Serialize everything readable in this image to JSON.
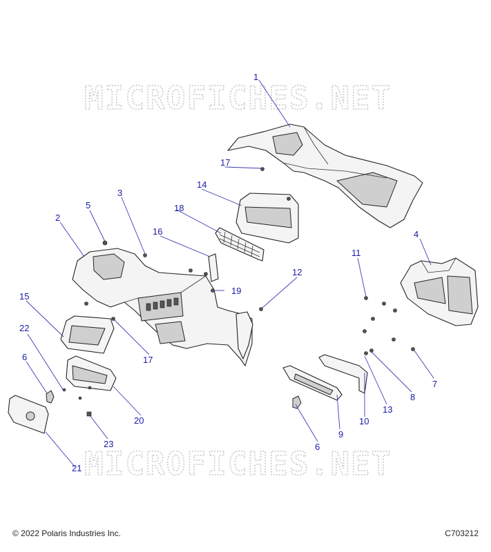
{
  "watermark": "MICROFICHES.NET",
  "copyright": "© 2022 Polaris Industries Inc.",
  "diagram_code": "C703212",
  "callouts": {
    "c1": "1",
    "c2": "2",
    "c3": "3",
    "c4": "4",
    "c5": "5",
    "c6a": "6",
    "c6b": "6",
    "c7": "7",
    "c8": "8",
    "c9": "9",
    "c10": "10",
    "c11": "11",
    "c12": "12",
    "c13": "13",
    "c14": "14",
    "c15": "15",
    "c16": "16",
    "c17a": "17",
    "c17b": "17",
    "c18": "18",
    "c19": "19",
    "c20": "20",
    "c21": "21",
    "c22": "22",
    "c23": "23"
  },
  "colors": {
    "callout": "#1a1aa8",
    "watermark": "#c9c9c9",
    "line": "#222222"
  }
}
